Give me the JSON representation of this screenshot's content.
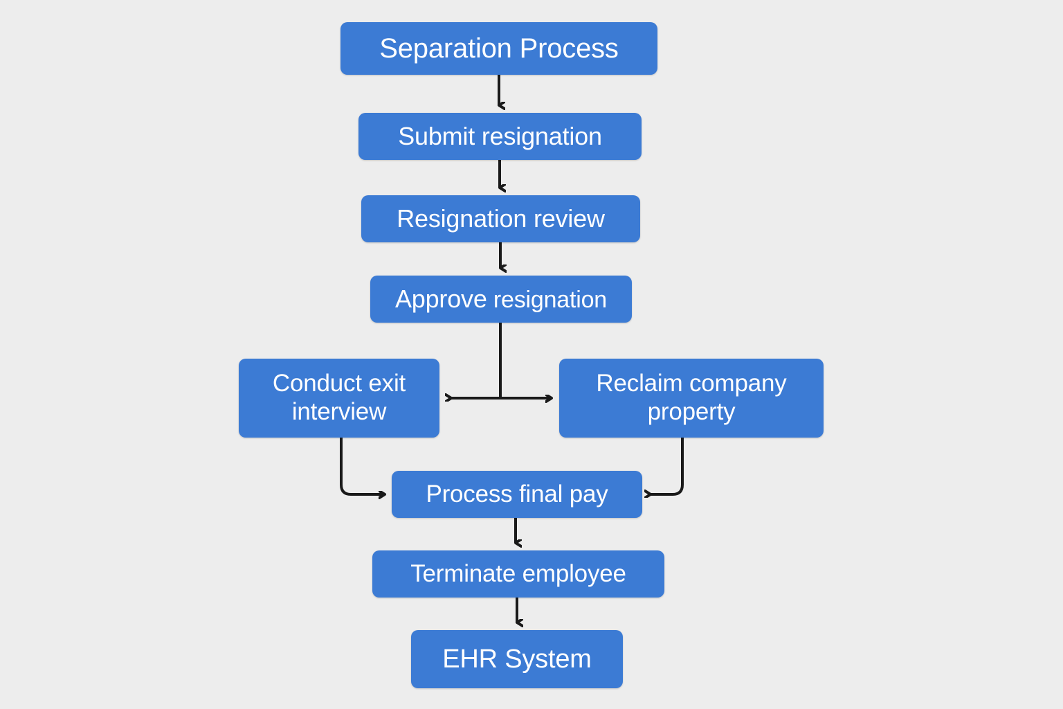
{
  "diagram": {
    "title": "Separation Process",
    "type": "flowchart",
    "orientation": "top-to-bottom",
    "background_color": "#ededed",
    "node_fill_color": "#3c7bd4",
    "node_text_color": "#ffffff",
    "edge_color": "#1a1a1a",
    "nodes": [
      {
        "id": "separation_process",
        "label": "Separation Process"
      },
      {
        "id": "submit_resignation",
        "label": "Submit resignation"
      },
      {
        "id": "resignation_review",
        "label": "Resignation review"
      },
      {
        "id": "approve_resignation",
        "label": "Approve resignation",
        "label_part_1": "Approve",
        "label_part_2": " resignation"
      },
      {
        "id": "conduct_exit_interview",
        "label": "Conduct exit\ninterview"
      },
      {
        "id": "reclaim_company_property",
        "label": "Reclaim company\nproperty"
      },
      {
        "id": "process_final_pay",
        "label": "Process final pay"
      },
      {
        "id": "terminate_employee",
        "label": "Terminate employee"
      },
      {
        "id": "ehr_system",
        "label": "EHR System"
      }
    ],
    "edges": [
      {
        "from": "separation_process",
        "to": "submit_resignation",
        "style": "straight-down-arrow"
      },
      {
        "from": "submit_resignation",
        "to": "resignation_review",
        "style": "straight-down-arrow"
      },
      {
        "from": "resignation_review",
        "to": "approve_resignation",
        "style": "straight-down-arrow"
      },
      {
        "from": "approve_resignation",
        "to": "conduct_exit_interview",
        "style": "down-then-left-arrow"
      },
      {
        "from": "approve_resignation",
        "to": "reclaim_company_property",
        "style": "down-then-right-arrow"
      },
      {
        "from": "conduct_exit_interview",
        "to": "process_final_pay",
        "style": "down-then-right-elbow-arrow"
      },
      {
        "from": "reclaim_company_property",
        "to": "process_final_pay",
        "style": "down-then-left-elbow-arrow"
      },
      {
        "from": "process_final_pay",
        "to": "terminate_employee",
        "style": "straight-down-arrow"
      },
      {
        "from": "terminate_employee",
        "to": "ehr_system",
        "style": "straight-down-arrow"
      }
    ]
  }
}
